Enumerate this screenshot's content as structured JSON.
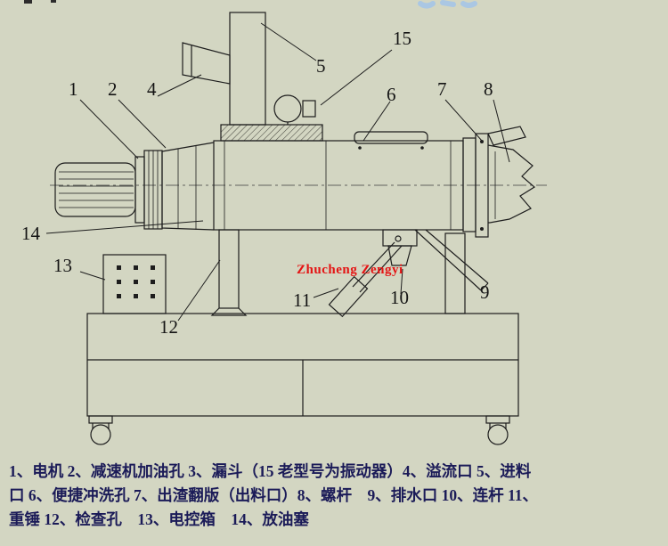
{
  "colors": {
    "background": "#d3d6c2",
    "line_ink": "#1d1d1d",
    "caption_text": "#1b1b58",
    "watermark_red": "#e41414"
  },
  "watermark": {
    "text": "Zhucheng Zengyi"
  },
  "diagram": {
    "labels": {
      "l1": "1",
      "l2": "2",
      "l4": "4",
      "l5": "5",
      "l6": "6",
      "l7": "7",
      "l8": "8",
      "l9": "9",
      "l10": "10",
      "l11": "11",
      "l12": "12",
      "l13": "13",
      "l14": "14",
      "l15": "15"
    }
  },
  "caption": {
    "lines": [
      "1、电机 2、减速机加油孔 3、漏斗（15 老型号为振动器）4、溢流口 5、进料",
      "口 6、便捷冲洗孔 7、出渣翻版（出料口）8、螺杆　9、排水口 10、连杆 11、",
      "重锤 12、检查孔　13、电控箱　14、放油塞"
    ]
  },
  "parts": [
    {
      "num": "1",
      "name": "电机"
    },
    {
      "num": "2",
      "name": "减速机加油孔"
    },
    {
      "num": "3",
      "name": "漏斗（15 老型号为振动器）"
    },
    {
      "num": "4",
      "name": "溢流口"
    },
    {
      "num": "5",
      "name": "进料口"
    },
    {
      "num": "6",
      "name": "便捷冲洗孔"
    },
    {
      "num": "7",
      "name": "出渣翻版（出料口）"
    },
    {
      "num": "8",
      "name": "螺杆"
    },
    {
      "num": "9",
      "name": "排水口"
    },
    {
      "num": "10",
      "name": "连杆"
    },
    {
      "num": "11",
      "name": "重锤"
    },
    {
      "num": "12",
      "name": "检查孔"
    },
    {
      "num": "13",
      "name": "电控箱"
    },
    {
      "num": "14",
      "name": "放油塞"
    }
  ]
}
